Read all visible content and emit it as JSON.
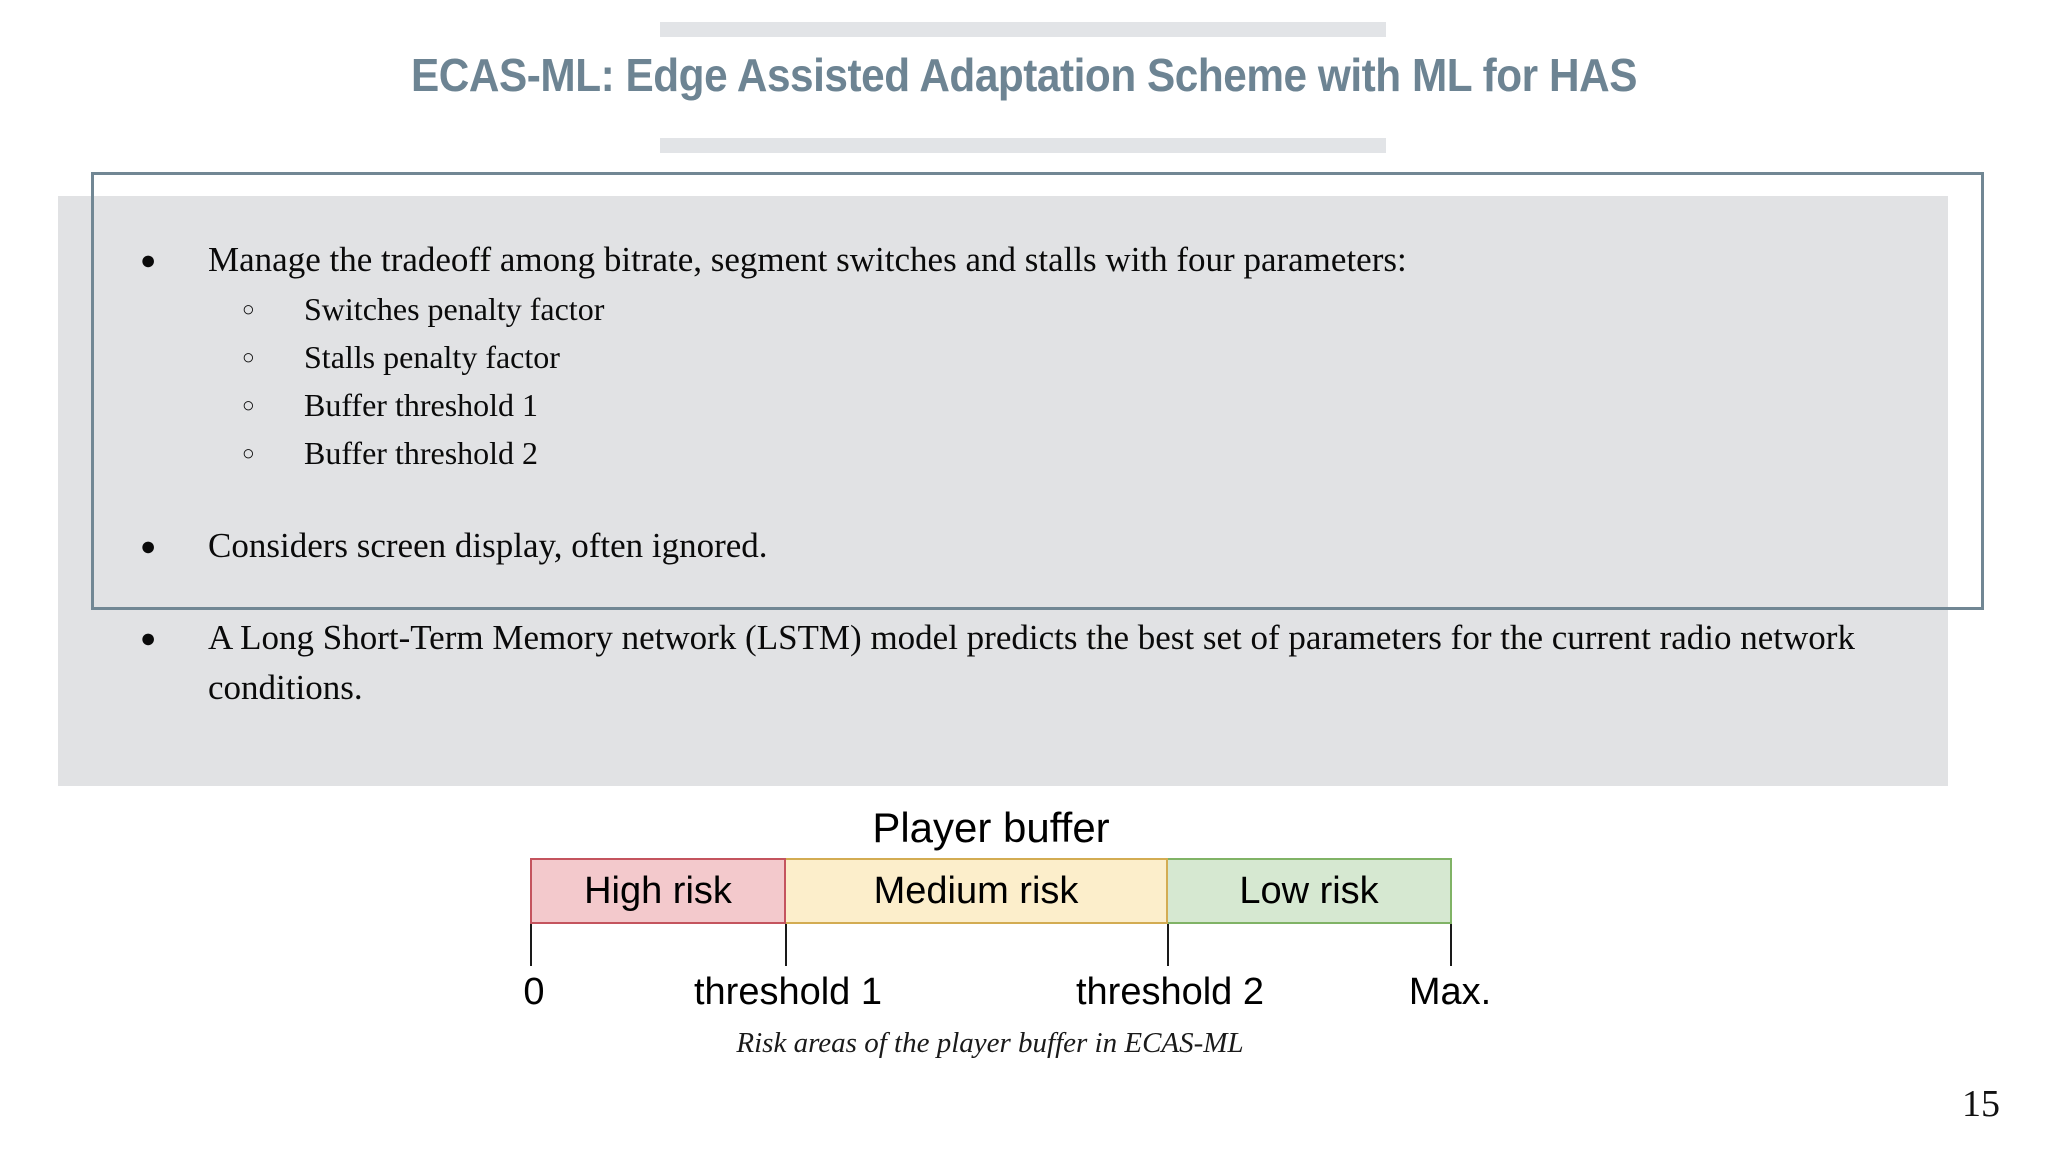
{
  "slide": {
    "title": "ECAS-ML: Edge Assisted Adaptation Scheme with ML for HAS",
    "page_number": "15",
    "accent_color": "#6d8493",
    "panel_fill_color": "#e1e2e4",
    "panel_outline_color": "#718794",
    "title_bar_color": "#e2e4e7"
  },
  "bullets": [
    {
      "level": 1,
      "marker": "●",
      "text": "Manage the tradeoff among bitrate, segment switches and stalls with four parameters:"
    },
    {
      "level": 2,
      "marker": "○",
      "text": "Switches penalty factor"
    },
    {
      "level": 2,
      "marker": "○",
      "text": "Stalls penalty factor"
    },
    {
      "level": 2,
      "marker": "○",
      "text": "Buffer threshold 1"
    },
    {
      "level": 2,
      "marker": "○",
      "text": "Buffer threshold 2"
    },
    {
      "level": 1,
      "marker": "●",
      "text": "Considers screen display, often ignored."
    },
    {
      "level": 1,
      "marker": "●",
      "text": "A Long Short-Term Memory network (LSTM) model predicts the best set of parameters for the current radio network conditions."
    }
  ],
  "diagram": {
    "heading": "Player buffer",
    "caption": "Risk areas of the player buffer in ECAS-ML",
    "segments": [
      {
        "label": "High risk",
        "fill": "#f3c9cc",
        "border": "#c4545e"
      },
      {
        "label": "Medium risk",
        "fill": "#fceecb",
        "border": "#d3ac52"
      },
      {
        "label": "Low risk",
        "fill": "#d6e8d1",
        "border": "#80b366"
      }
    ],
    "axis_labels": [
      "0",
      "threshold 1",
      "threshold 2",
      "Max."
    ]
  }
}
